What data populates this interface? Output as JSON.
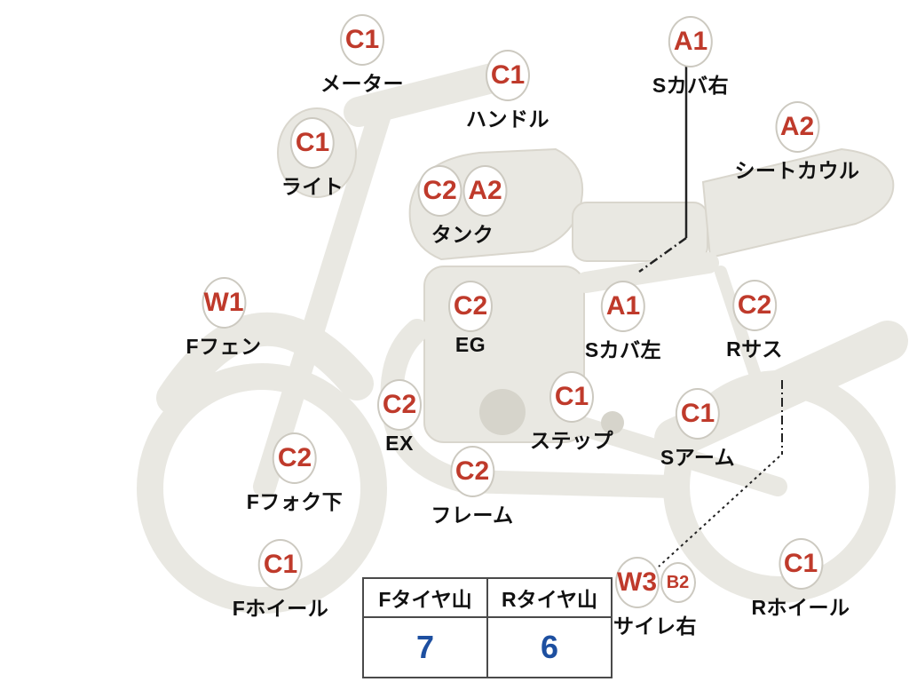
{
  "diagram": {
    "type": "motorcycle-condition-diagram",
    "labels": [
      {
        "id": "meter",
        "codes": [
          "C1"
        ],
        "name": "メーター"
      },
      {
        "id": "handle",
        "codes": [
          "C1"
        ],
        "name": "ハンドル"
      },
      {
        "id": "s-cover-right",
        "codes": [
          "A1"
        ],
        "name": "Sカバ右"
      },
      {
        "id": "seat-cowl",
        "codes": [
          "A2"
        ],
        "name": "シートカウル"
      },
      {
        "id": "light",
        "codes": [
          "C1"
        ],
        "name": "ライト"
      },
      {
        "id": "tank",
        "codes": [
          "C2",
          "A2"
        ],
        "name": "タンク"
      },
      {
        "id": "f-fender",
        "codes": [
          "W1"
        ],
        "name": "Fフェン"
      },
      {
        "id": "engine",
        "codes": [
          "C2"
        ],
        "name": "EG"
      },
      {
        "id": "s-cover-left",
        "codes": [
          "A1"
        ],
        "name": "Sカバ左"
      },
      {
        "id": "r-sus",
        "codes": [
          "C2"
        ],
        "name": "Rサス"
      },
      {
        "id": "ex",
        "codes": [
          "C2"
        ],
        "name": "EX"
      },
      {
        "id": "step",
        "codes": [
          "C1"
        ],
        "name": "ステップ"
      },
      {
        "id": "s-arm",
        "codes": [
          "C1"
        ],
        "name": "Sアーム"
      },
      {
        "id": "f-fork-lower",
        "codes": [
          "C2"
        ],
        "name": "Fフォク下"
      },
      {
        "id": "frame",
        "codes": [
          "C2"
        ],
        "name": "フレーム"
      },
      {
        "id": "f-wheel",
        "codes": [
          "C1"
        ],
        "name": "Fホイール"
      },
      {
        "id": "silencer-right",
        "codes": [
          "W3",
          "B2"
        ],
        "name": "サイレ右"
      },
      {
        "id": "r-wheel",
        "codes": [
          "C1"
        ],
        "name": "Rホイール"
      }
    ]
  },
  "tire_table": {
    "headers": [
      "Fタイヤ山",
      "Rタイヤ山"
    ],
    "values": [
      "7",
      "6"
    ]
  },
  "colors": {
    "code_red": "#bf3a2b",
    "value_blue": "#1d4fa0",
    "bike_gray": "#e9e8e2"
  }
}
